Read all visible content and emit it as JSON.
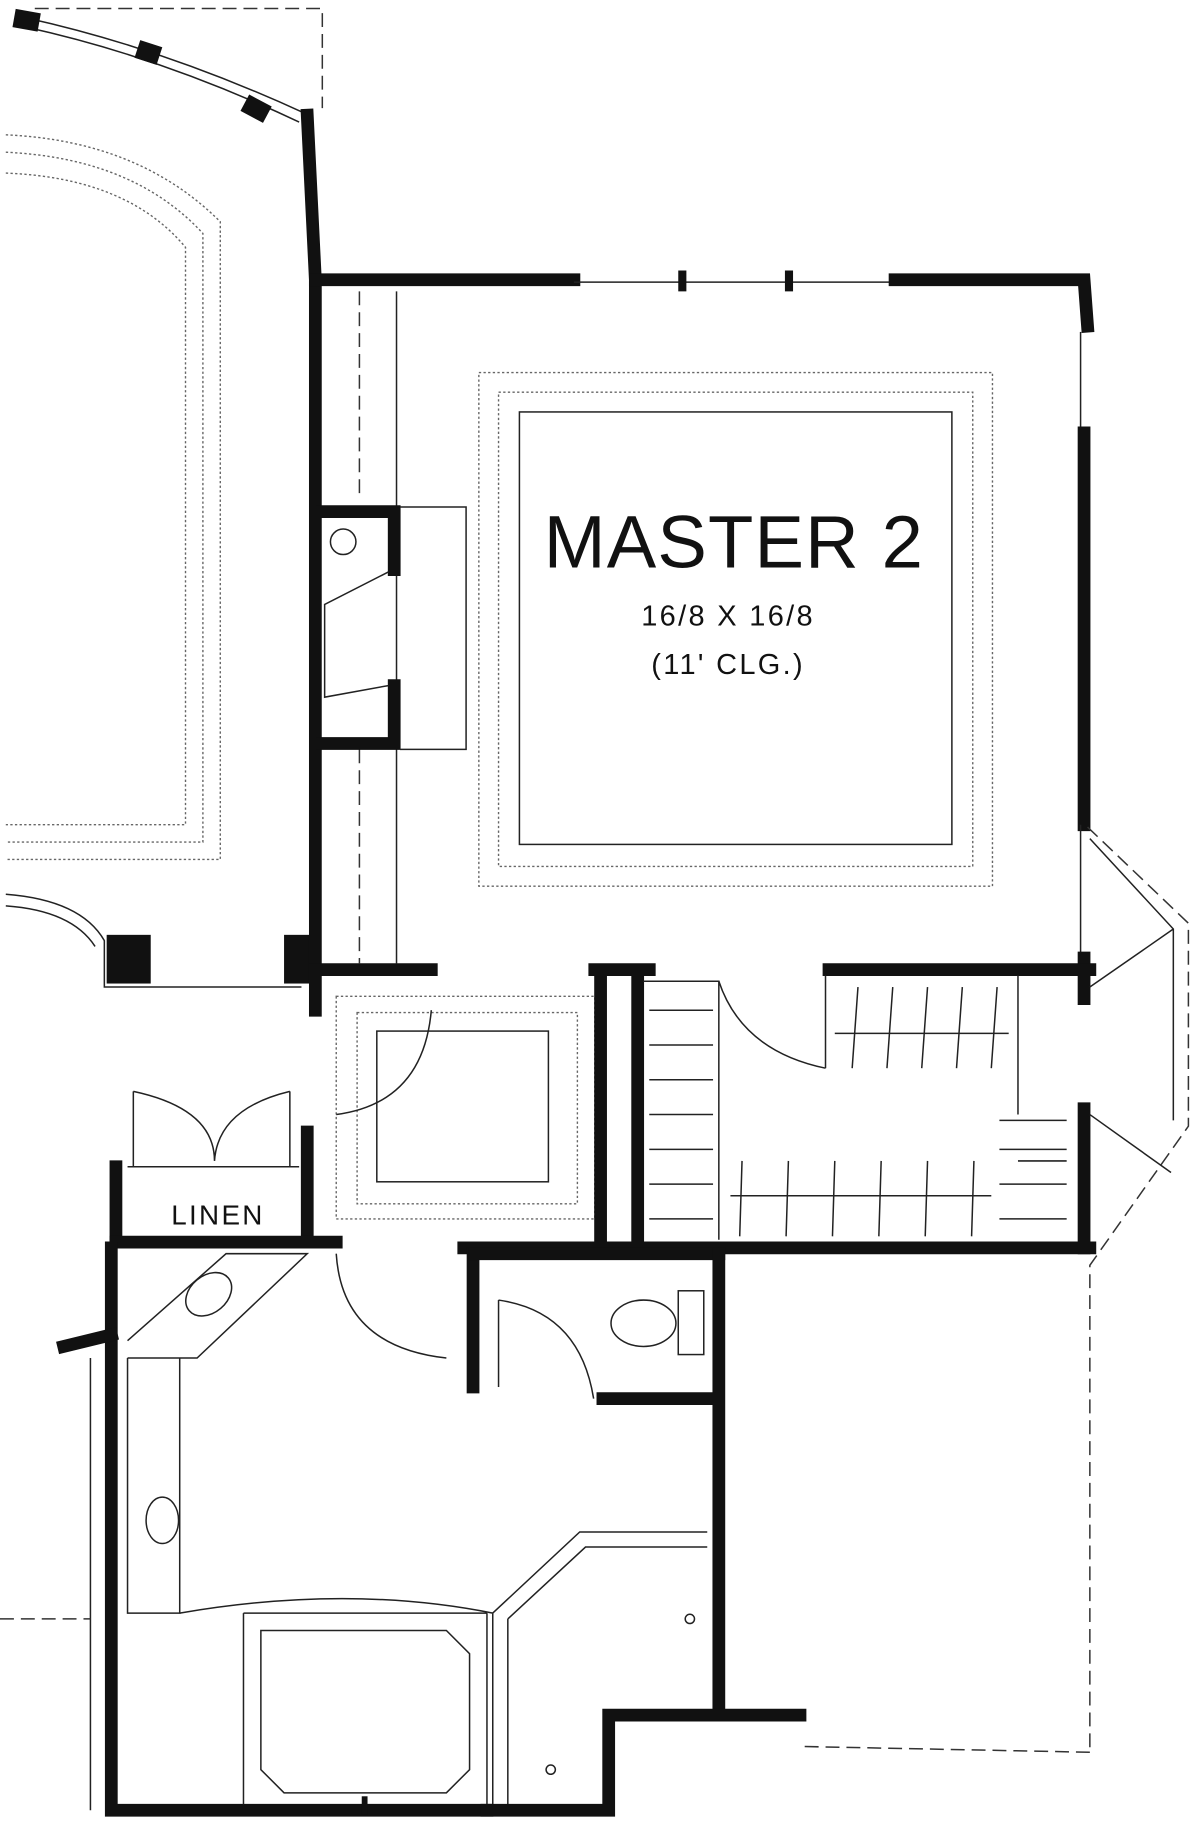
{
  "rooms": {
    "master": {
      "name": "MASTER 2",
      "dimensions": "16/8 X 16/8",
      "ceiling": "(11' CLG.)"
    },
    "linen": {
      "name": "LINEN"
    }
  },
  "colors": {
    "wall": "#111111",
    "background": "#ffffff"
  }
}
